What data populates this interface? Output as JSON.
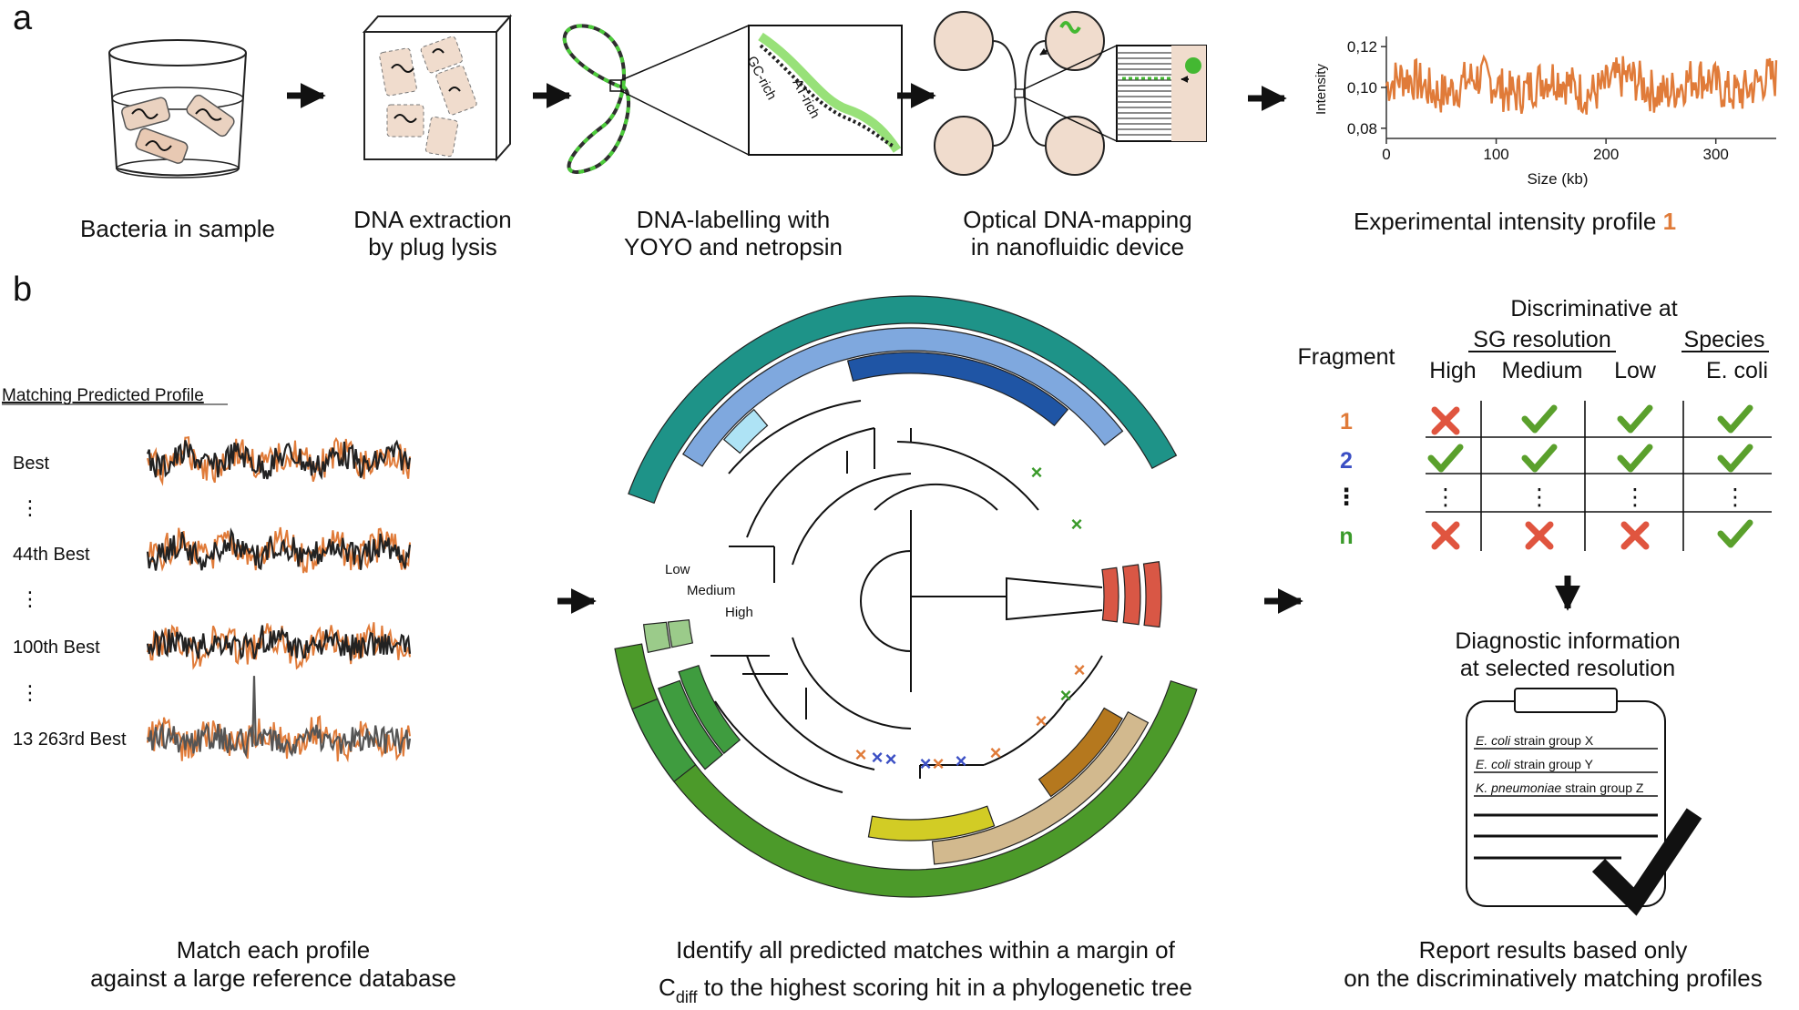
{
  "panel_a": {
    "letter": "a",
    "steps": [
      {
        "line1": "Bacteria in sample",
        "line2": ""
      },
      {
        "line1": "DNA extraction",
        "line2": "by plug lysis"
      },
      {
        "line1": "DNA-labelling with",
        "line2": "YOYO and netropsin"
      },
      {
        "line1": "Optical DNA-mapping",
        "line2": "in nanofluidic device"
      }
    ],
    "helix_labels": {
      "gc": "GC-rich",
      "at": "AT-rich"
    },
    "profile_caption": "Experimental intensity profile",
    "profile_number": "1"
  },
  "chart_data": {
    "type": "line",
    "title": "",
    "xlabel": "Size (kb)",
    "ylabel": "Intensity",
    "xlim": [
      0,
      355
    ],
    "ylim": [
      0.075,
      0.125
    ],
    "xticks": [
      "0",
      "100",
      "200",
      "300"
    ],
    "yticks": [
      "0,08",
      "0,10",
      "0,12"
    ],
    "series": [
      {
        "color": "#E07B39"
      }
    ]
  },
  "panel_b": {
    "letter": "b",
    "matching": {
      "title": "Matching Predicted Profile",
      "rows": [
        "Best",
        "44th Best",
        "100th Best",
        "13 263rd Best"
      ],
      "caption_line1": "Match each profile",
      "caption_line2": "against a large reference database"
    },
    "tree": {
      "levels": [
        "Low",
        "Medium",
        "High"
      ],
      "caption_line1": "Identify all predicted matches within a margin of",
      "caption_c": "C",
      "caption_sub": "diff",
      "caption_line2_rest": " to the highest scoring hit in a phylogenetic tree"
    },
    "table": {
      "header_top": "Discriminative at",
      "header_sg": "SG resolution",
      "header_species": "Species",
      "fragment_label": "Fragment",
      "columns": [
        "High",
        "Medium",
        "Low",
        "E. coli"
      ],
      "rows": [
        {
          "label": "1",
          "color": "#E07B39",
          "cells": [
            "cross",
            "check",
            "check",
            "check"
          ]
        },
        {
          "label": "2",
          "color": "#3B4FC4",
          "cells": [
            "check",
            "check",
            "check",
            "check"
          ]
        },
        {
          "label": "⋮",
          "color": "#111111",
          "cells": [
            "dots",
            "dots",
            "dots",
            "dots"
          ]
        },
        {
          "label": "n",
          "color": "#3A9A2A",
          "cells": [
            "cross",
            "cross",
            "cross",
            "check"
          ]
        }
      ],
      "diag_line1": "Diagnostic information",
      "diag_line2": "at selected resolution",
      "report_lines": [
        {
          "italic": "E. coli",
          "rest": " strain group X"
        },
        {
          "italic": "E. coli",
          "rest": " strain group Y"
        },
        {
          "italic": "K. pneumoniae",
          "rest": " strain group Z"
        }
      ],
      "caption_line1": "Report results based only",
      "caption_line2": "on the discriminatively matching profiles"
    }
  },
  "colors": {
    "orange": "#E07B39",
    "green": "#3A9A2A",
    "blue": "#3B4FC4",
    "check": "#5AA02C",
    "cross": "#E0553F"
  }
}
